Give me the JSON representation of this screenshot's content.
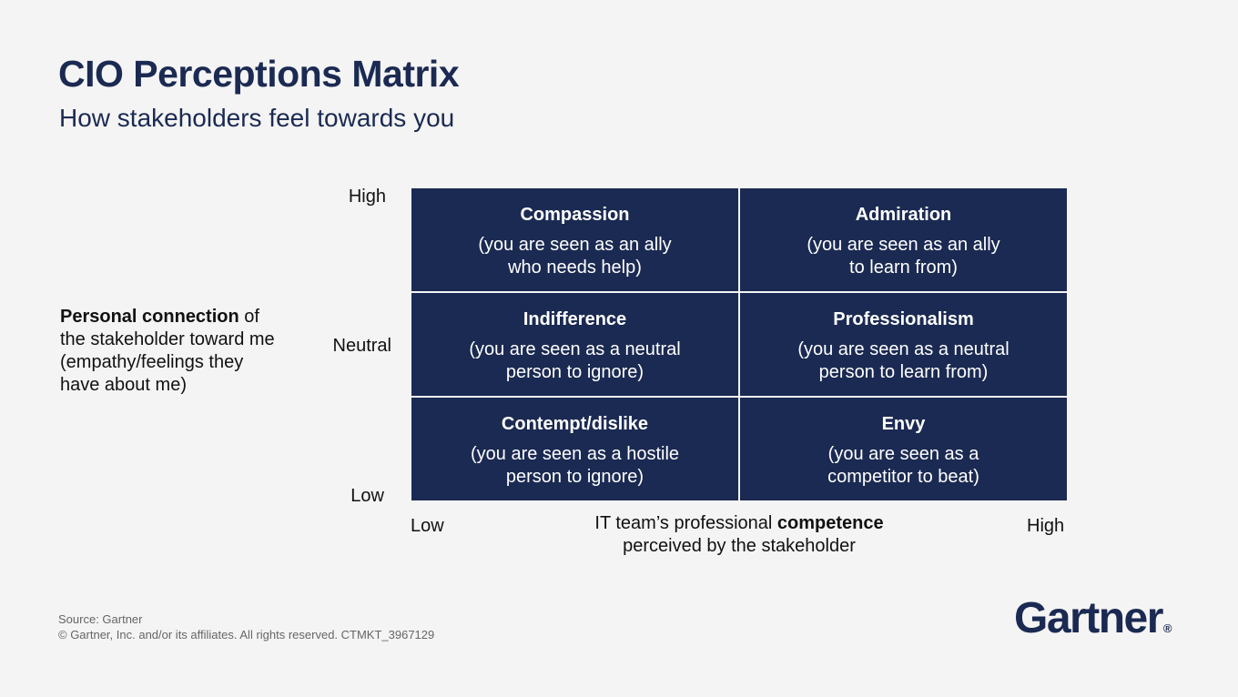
{
  "header": {
    "title": "CIO Perceptions Matrix",
    "subtitle": "How stakeholders feel towards you"
  },
  "y_axis": {
    "label_bold": "Personal connection",
    "label_rest": " of the stakeholder toward me (empathy/feelings they have about me)",
    "ticks": {
      "high": "High",
      "neutral": "Neutral",
      "low": "Low"
    }
  },
  "x_axis": {
    "label_part1": "IT team’s professional ",
    "label_bold": "competence",
    "label_part2": "perceived by the stakeholder",
    "ticks": {
      "low": "Low",
      "high": "High"
    }
  },
  "matrix": {
    "cells": [
      {
        "title": "Compassion",
        "desc": "(you are seen as an ally\nwho needs help)"
      },
      {
        "title": "Admiration",
        "desc": "(you are seen as an ally\nto learn from)"
      },
      {
        "title": "Indifference",
        "desc": "(you are seen as a neutral\nperson to ignore)"
      },
      {
        "title": "Professionalism",
        "desc": "(you are seen as a neutral\nperson to learn from)"
      },
      {
        "title": "Contempt/dislike",
        "desc": "(you are seen as a hostile\nperson to ignore)"
      },
      {
        "title": "Envy",
        "desc": "(you are seen as a\ncompetitor to beat)"
      }
    ]
  },
  "footer": {
    "source": "Source: Gartner",
    "copyright": "© Gartner, Inc. and/or its affiliates. All rights reserved. CTMKT_3967129"
  },
  "logo": {
    "text": "Gartner",
    "mark": "®"
  },
  "colors": {
    "navy": "#1b2a52",
    "background": "#f4f4f4"
  }
}
